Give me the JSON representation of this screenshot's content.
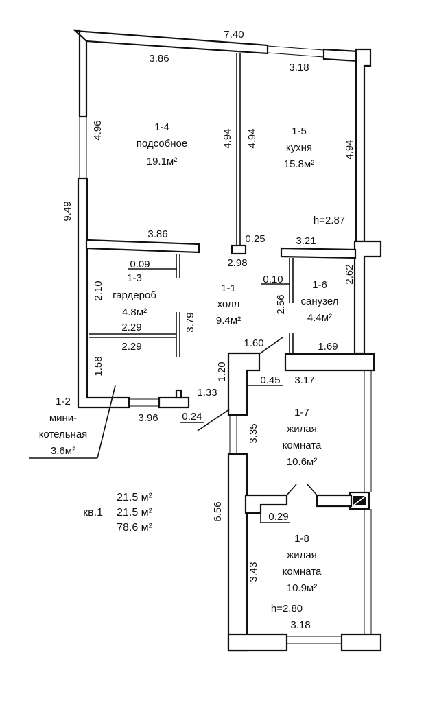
{
  "rooms": {
    "r14": {
      "id": "1-4",
      "name": "подсобное",
      "area": "19.1м²"
    },
    "r15": {
      "id": "1-5",
      "name": "кухня",
      "area": "15.8м²"
    },
    "r13": {
      "id": "1-3",
      "name": "гардероб",
      "area": "4.8м²"
    },
    "r11": {
      "id": "1-1",
      "name": "холл",
      "area": "9.4м²"
    },
    "r16": {
      "id": "1-6",
      "name": "санузел",
      "area": "4.4м²"
    },
    "r12": {
      "id": "1-2",
      "name_1": "мини-",
      "name_2": "котельная",
      "area": "3.6м²"
    },
    "r17": {
      "id": "1-7",
      "name_1": "жилая",
      "name_2": "комната",
      "area": "10.6м²"
    },
    "r18": {
      "id": "1-8",
      "name_1": "жилая",
      "name_2": "комната",
      "area": "10.9м²"
    }
  },
  "dims": {
    "top": "7.40",
    "top_left": "3.86",
    "top_right": "3.18",
    "left_upper": "4.96",
    "left_total": "9.49",
    "mid_left_a": "4.94",
    "mid_left_b": "4.94",
    "right_upper": "4.94",
    "h1": "h=2.87",
    "wall_386": "3.86",
    "post_025": "0.25",
    "post_298": "2.98",
    "wall_321": "3.21",
    "right_262": "2.62",
    "d009": "0.09",
    "d210": "2.10",
    "d010": "0.10",
    "d256": "2.56",
    "d379": "3.79",
    "d229a": "2.29",
    "d229b": "2.29",
    "d160": "1.60",
    "d169": "1.69",
    "d120": "1.20",
    "d158": "1.58",
    "d045": "0.45",
    "d317": "3.17",
    "d133": "1.33",
    "d396": "3.96",
    "d024": "0.24",
    "d335": "3.35",
    "d656": "6.56",
    "d029": "0.29",
    "d343": "3.43",
    "h2": "h=2.80",
    "d318": "3.18"
  },
  "totals": {
    "line1": "21.5 м²",
    "prefix": "кв.1",
    "line2": "21.5 м²",
    "line3": "78.6 м²"
  }
}
